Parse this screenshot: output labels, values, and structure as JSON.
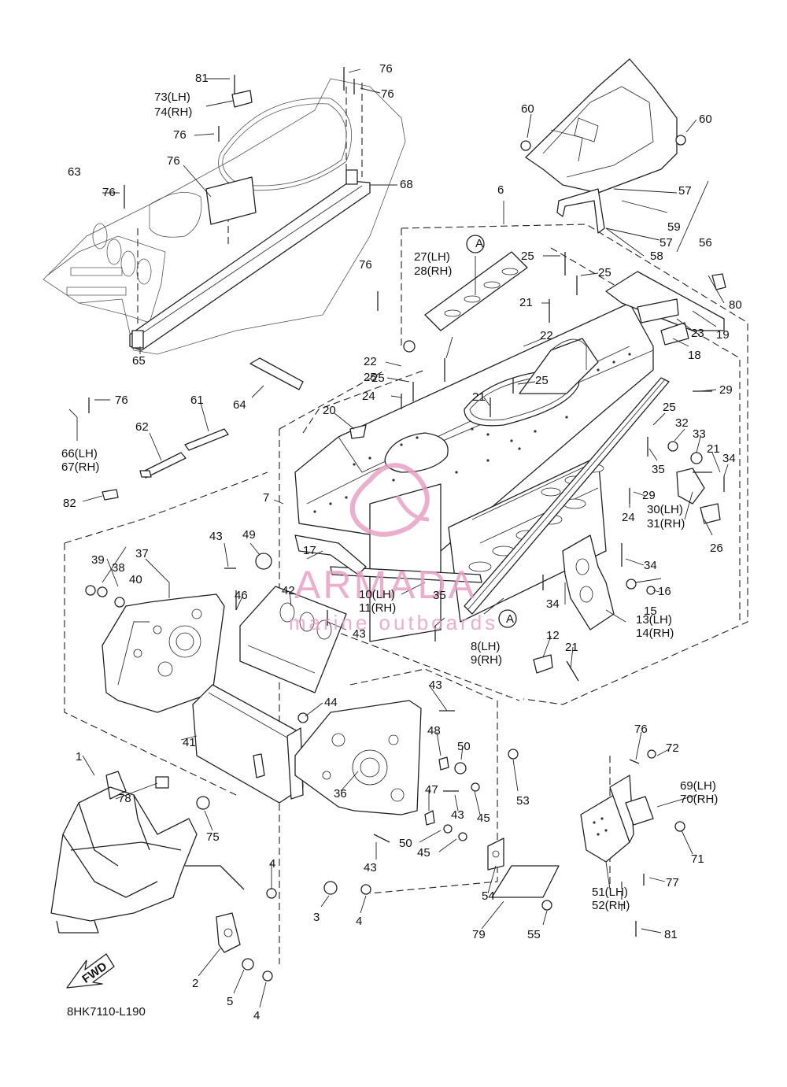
{
  "diagram": {
    "code": "8HK7110-L190",
    "fwd_label": "FWD",
    "watermark": {
      "brand": "ARMADA",
      "tagline": "marine outboards",
      "color": "#e8a0c4"
    },
    "callouts": [
      "81",
      "73(LH)",
      "74(RH)",
      "76",
      "76",
      "76",
      "76",
      "63",
      "76",
      "68",
      "60",
      "60",
      "6",
      "57",
      "59",
      "56",
      "57",
      "58",
      "A",
      "27(LH)",
      "28(RH)",
      "76",
      "25",
      "25",
      "21",
      "80",
      "19",
      "23",
      "18",
      "22",
      "22",
      "25",
      "25",
      "24",
      "25",
      "21",
      "29",
      "64",
      "65",
      "76",
      "61",
      "62",
      "66(LH)",
      "67(RH)",
      "20",
      "25",
      "32",
      "33",
      "21",
      "34",
      "35",
      "29",
      "24",
      "30(LH)",
      "31(RH)",
      "26",
      "7",
      "82",
      "37",
      "39",
      "38",
      "40",
      "43",
      "49",
      "17",
      "42",
      "10(LH)",
      "11(RH)",
      "43",
      "46",
      "35",
      "34",
      "16",
      "15",
      "34",
      "A",
      "8(LH)",
      "9(RH)",
      "13(LH)",
      "14(RH)",
      "12",
      "21",
      "43",
      "44",
      "41",
      "48",
      "50",
      "53",
      "1",
      "78",
      "36",
      "47",
      "43",
      "45",
      "75",
      "50",
      "45",
      "76",
      "72",
      "69(LH)",
      "70(RH)",
      "71",
      "77",
      "43",
      "54",
      "4",
      "3",
      "4",
      "51(LH)",
      "52(RH)",
      "79",
      "55",
      "81",
      "2",
      "5",
      "4"
    ]
  }
}
